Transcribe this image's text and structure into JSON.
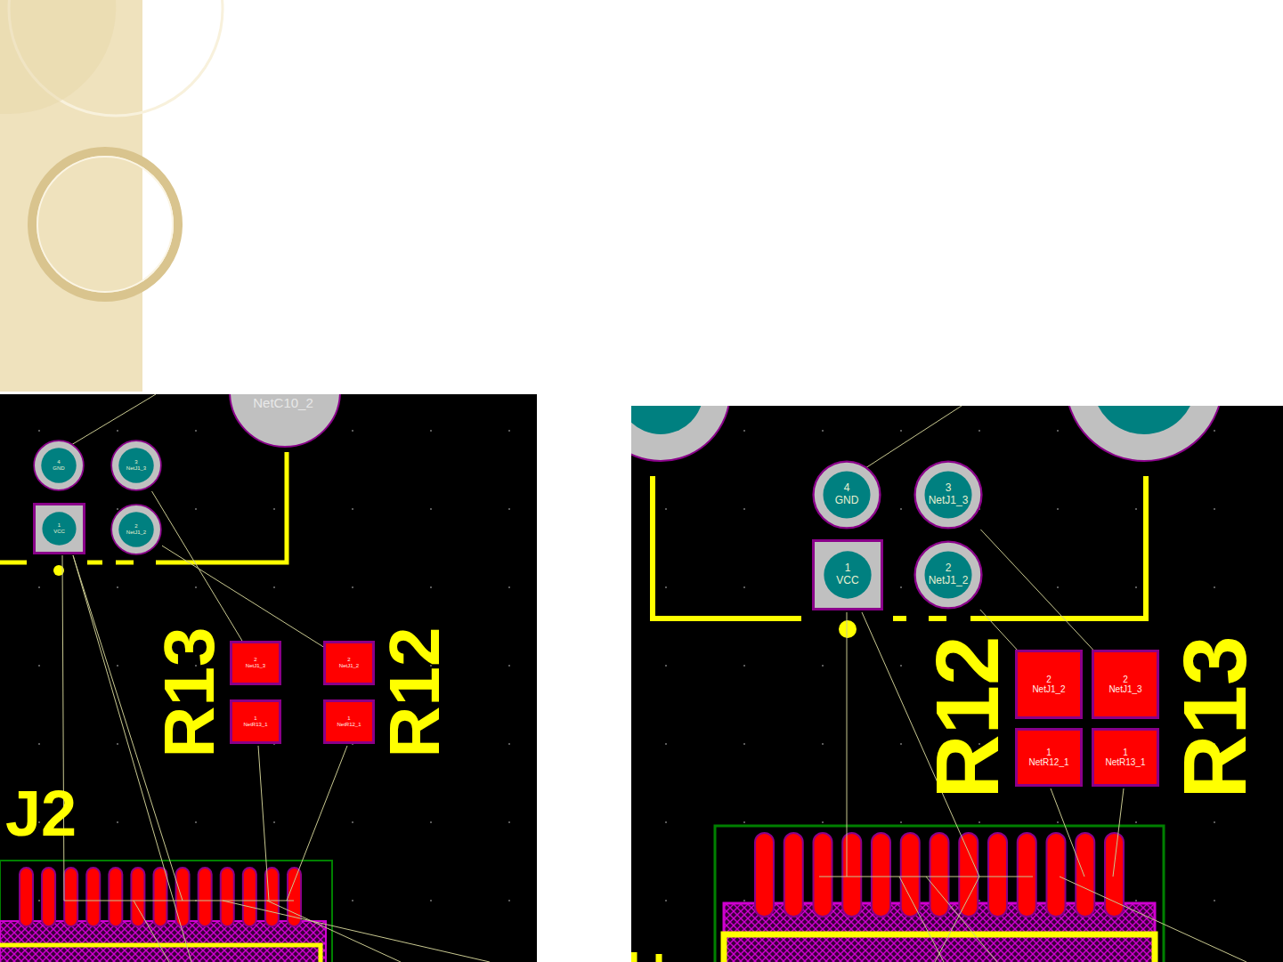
{
  "diagram": {
    "nodes": [
      {
        "text": [
          "4",
          "GND"
        ]
      },
      {
        "text": [
          "3",
          "NetJ1_3"
        ]
      },
      {
        "text": [
          "1",
          "VCC"
        ]
      },
      {
        "text": [
          "2",
          "NetJ1_2"
        ]
      },
      {
        "text": [
          "2",
          "NetJ1_3"
        ]
      },
      {
        "text": [
          "1",
          "NetR13_1"
        ]
      },
      {
        "text": [
          "2",
          "NetJ1_2"
        ]
      },
      {
        "text": [
          "1",
          "NetR12_1"
        ]
      },
      {
        "text": [
          "4",
          "GND"
        ]
      },
      {
        "text": [
          "3",
          "NetJ1_3"
        ]
      },
      {
        "text": [
          "1",
          "VCC"
        ]
      },
      {
        "text": [
          "2",
          "NetJ1_2"
        ]
      },
      {
        "text": [
          "2",
          "NetJ1_2"
        ]
      },
      {
        "text": [
          "2",
          "NetJ1_3"
        ]
      },
      {
        "text": [
          "1",
          "NetR12_1"
        ]
      },
      {
        "text": [
          "1",
          "NetR13_1"
        ]
      }
    ],
    "edges": [
      {
        "from": 1,
        "to": 4,
        "arrow": "none"
      },
      {
        "from": 3,
        "to": 6,
        "arrow": "none"
      },
      {
        "from": 9,
        "to": 13,
        "arrow": "none"
      },
      {
        "from": 11,
        "to": 12,
        "arrow": "none"
      }
    ],
    "labels": [
      "NetC10_2",
      "R13",
      "R12",
      "J2",
      "R12",
      "R13"
    ]
  }
}
